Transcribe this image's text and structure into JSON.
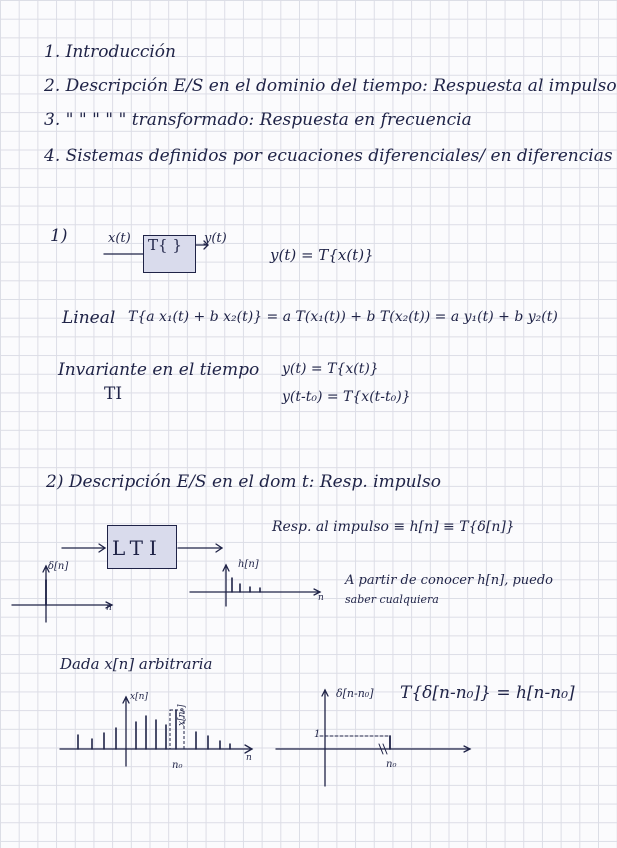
{
  "outline": [
    "1. Introducción",
    "2. Descripción  E/S  en el dominio del tiempo: Respuesta al impulso",
    "3.     \"          \"      \"     \"     \"     transformado: Respuesta en frecuencia",
    "4. Sistemas definidos por ecuaciones diferenciales/ en diferencias"
  ],
  "section1": {
    "number": "1)",
    "input_label": "x(t)",
    "block_label": "T{ }",
    "output_label": "y(t)",
    "relation": "y(t) = T{x(t)}",
    "linear_label": "Lineal",
    "linear_eq": "T{a x₁(t) + b x₂(t)} = a T(x₁(t)) + b T(x₂(t)) = a y₁(t) + b y₂(t)",
    "ti_title": "Invariante en el tiempo",
    "ti_abbr": "TI",
    "ti_eq1": "y(t) = T{x(t)}",
    "ti_eq2": "y(t-t₀) = T{x(t-t₀)}"
  },
  "section2": {
    "heading": "2) Descripción  E/S  en el dom t: Resp. impulso",
    "block_label": "LTI",
    "impulse_def": "Resp. al impulso ≡ h[n] ≡ T{δ[n]}",
    "delta_label": "δ[n]",
    "h_label": "h[n]",
    "n_label": "n",
    "note_line1": "A partir de conocer  h[n], puedo",
    "note_line2": "saber cualquiera",
    "dada": "Dada  x[n]  arbitraria",
    "xn_label": "x[n]",
    "sample_label": "x[n₀]",
    "n0_label": "n₀",
    "shifted_delta_label": "δ[n-n₀]",
    "shifted_eq": "T{δ[n-n₀]} = h[n-n₀]",
    "one_label": "1",
    "n0_axis_label": "n₀"
  }
}
